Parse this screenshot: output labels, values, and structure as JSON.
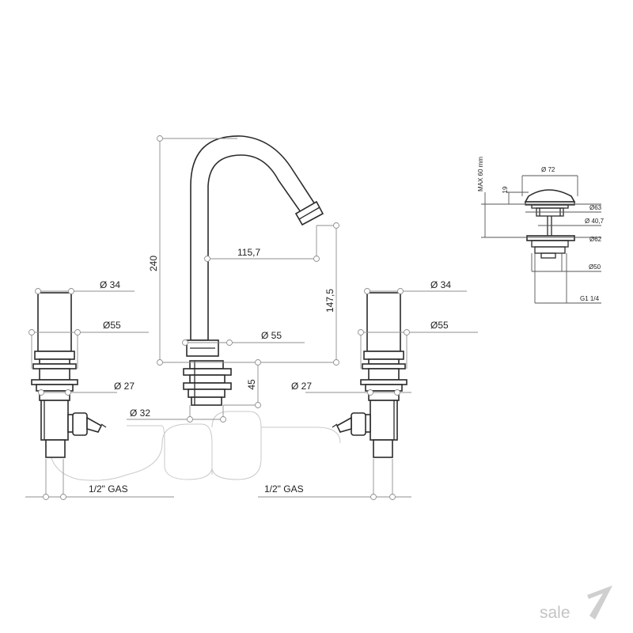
{
  "drawing": {
    "left_valve": {
      "dia_top": "Ø 34",
      "dia_handle": "Ø55",
      "dia_body": "Ø 27",
      "connection": "1/2\" GAS"
    },
    "spout": {
      "height": "240",
      "reach": "115,7",
      "outlet_height": "147,5",
      "dia_base": "Ø 55",
      "shank_height": "45",
      "dia_shank": "Ø 32",
      "connection": "1/2\" GAS"
    },
    "right_valve": {
      "dia_top": "Ø 34",
      "dia_handle": "Ø55",
      "dia_body": "Ø 27"
    },
    "drain": {
      "max_height": "MAX 60 mm",
      "cap_height": "19",
      "dia_cap": "Ø 72",
      "dia_ring": "Ø63",
      "dia_stem": "Ø 40,7",
      "dia_flange": "Ø62",
      "dia_body": "Ø50",
      "thread": "G1 1/4"
    },
    "brand": "sale"
  }
}
